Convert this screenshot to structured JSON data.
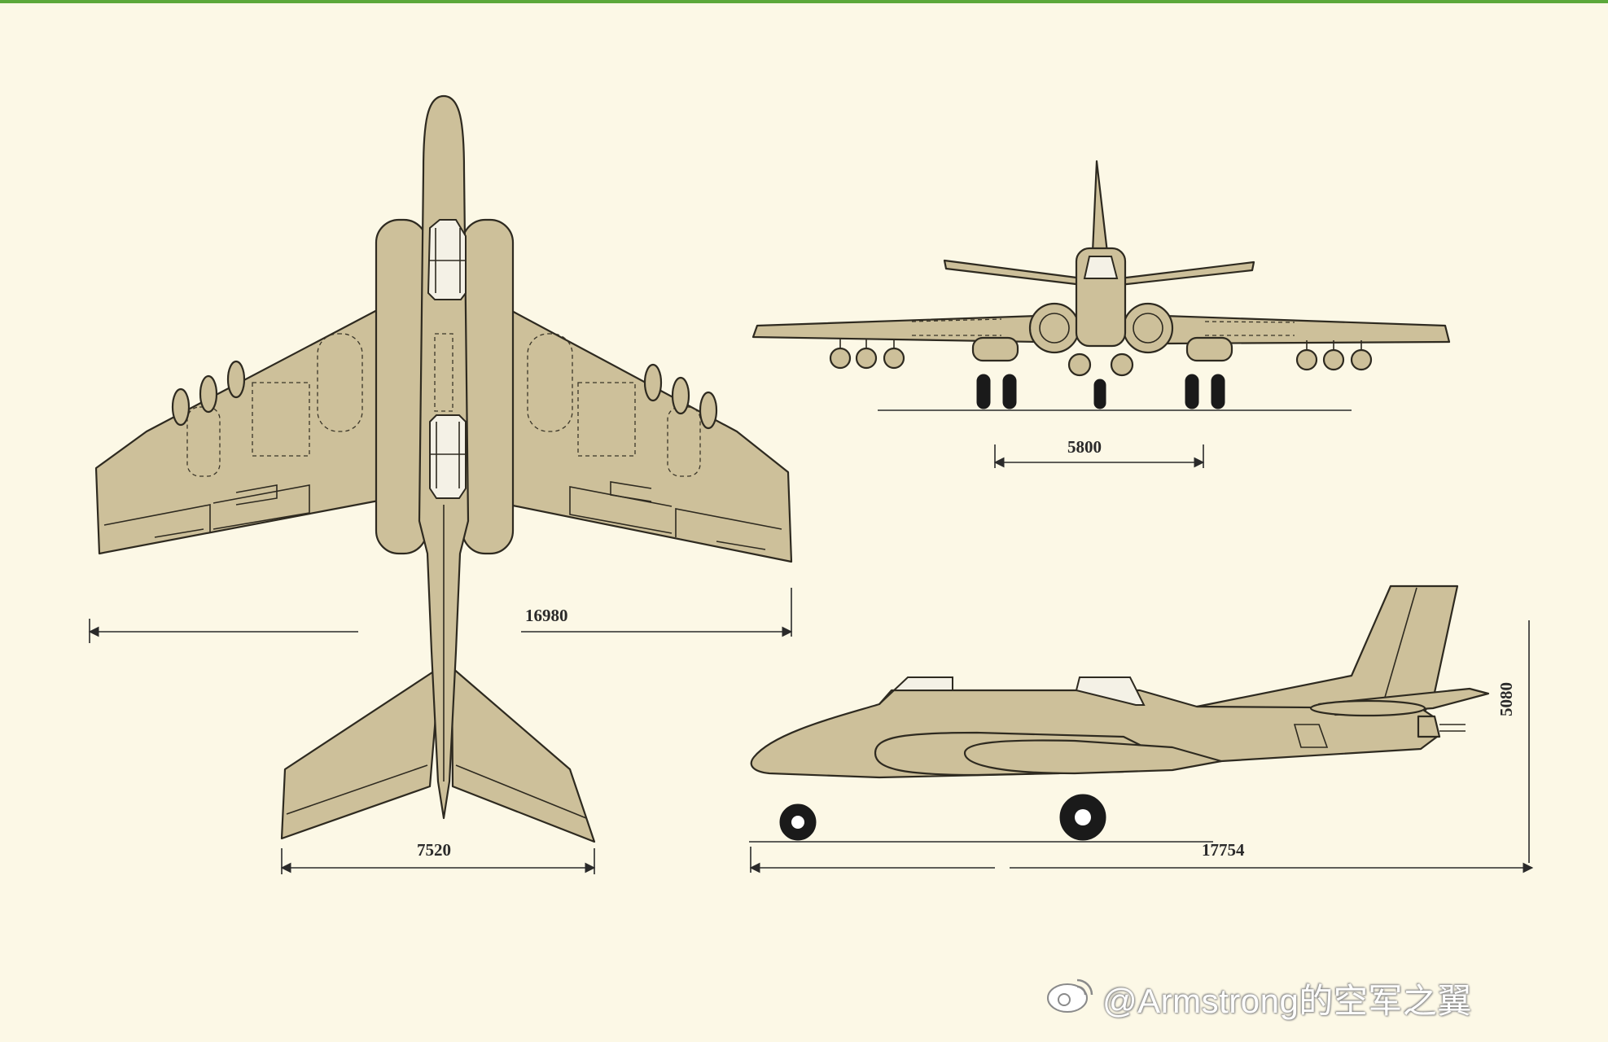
{
  "colors": {
    "top_rule": "#5ba83a",
    "paper": "#fcf8e6",
    "airframe_fill": "#cdc09a",
    "airframe_stroke": "#2e2a20",
    "canopy_fill": "#f4f1e6",
    "tire": "#1a1a1a"
  },
  "dimensions": {
    "span_top": "16980",
    "length_top": "7520",
    "track_front": "5800",
    "length_side": "17754",
    "height_side": "5080"
  },
  "watermark": {
    "icon": "weibo-icon",
    "text": "@Armstrong的空军之翼"
  }
}
